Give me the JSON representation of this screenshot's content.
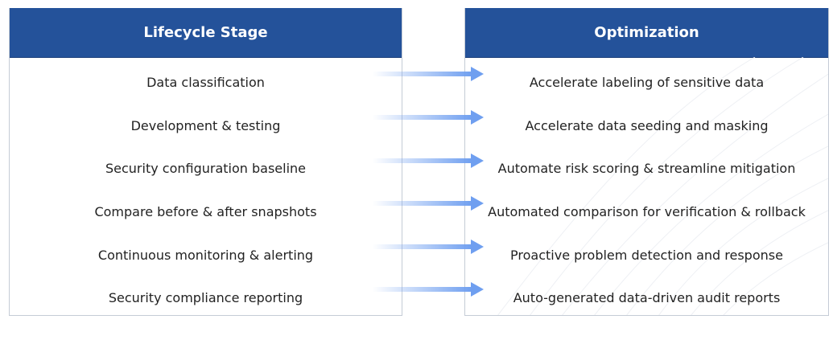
{
  "headers": {
    "left": "Lifecycle Stage",
    "right": "Optimization"
  },
  "rows": [
    {
      "stage": "Data classification",
      "optimization": "Accelerate labeling of sensitive data"
    },
    {
      "stage": "Development & testing",
      "optimization": "Accelerate data seeding and masking"
    },
    {
      "stage": "Security configuration baseline",
      "optimization": "Automate risk scoring & streamline mitigation"
    },
    {
      "stage": "Compare before & after snapshots",
      "optimization": "Automated comparison for verification & rollback"
    },
    {
      "stage": "Continuous monitoring & alerting",
      "optimization": "Proactive problem detection and response"
    },
    {
      "stage": "Security compliance reporting",
      "optimization": "Auto-generated data-driven audit reports"
    }
  ],
  "colors": {
    "header_bg": "#24529a",
    "arrow": "#6f9ff0"
  }
}
